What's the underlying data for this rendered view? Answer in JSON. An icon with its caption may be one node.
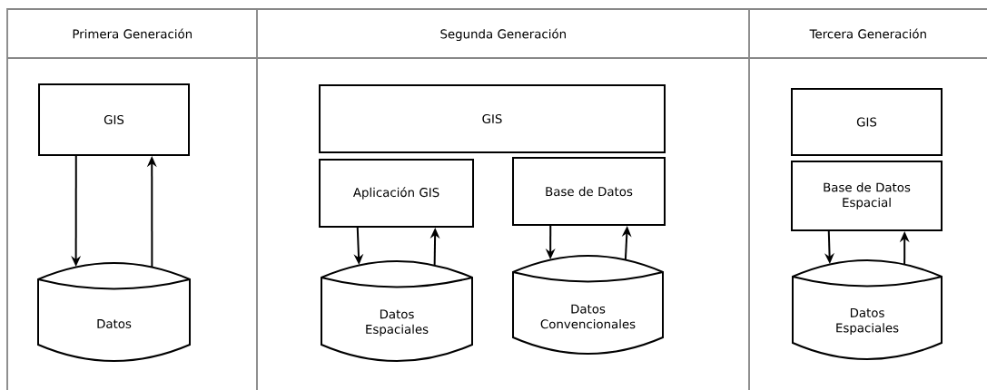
{
  "diagram": {
    "nodes": [
      {
        "text": [
          "Primera Generación"
        ]
      },
      {
        "text": [
          "GIS"
        ],
        "in": 0
      },
      {
        "text": [
          "Datos"
        ],
        "in": 0
      },
      {
        "text": [
          "Segunda Generación"
        ]
      },
      {
        "text": [
          "GIS"
        ],
        "in": 3
      },
      {
        "text": [
          "Aplicación GIS"
        ],
        "in": 3
      },
      {
        "text": [
          "Base de Datos"
        ],
        "in": 3
      },
      {
        "text": [
          "Datos Espaciales"
        ],
        "in": 3
      },
      {
        "text": [
          "Datos Convencionales"
        ],
        "in": 3
      },
      {
        "text": [
          "Tercera Generación"
        ]
      },
      {
        "text": [
          "GIS"
        ],
        "in": 9
      },
      {
        "text": [
          "Base de Datos Espacial"
        ],
        "in": 9
      },
      {
        "text": [
          "Datos Espaciales"
        ],
        "in": 9
      }
    ],
    "edges": [
      {
        "from": 1,
        "to": 2,
        "arrow": "to"
      },
      {
        "from": 2,
        "to": 1,
        "arrow": "to"
      },
      {
        "from": 5,
        "to": 7,
        "arrow": "to"
      },
      {
        "from": 7,
        "to": 5,
        "arrow": "to"
      },
      {
        "from": 6,
        "to": 8,
        "arrow": "to"
      },
      {
        "from": 8,
        "to": 6,
        "arrow": "to"
      },
      {
        "from": 11,
        "to": 12,
        "arrow": "to"
      },
      {
        "from": 12,
        "to": 11,
        "arrow": "to"
      }
    ]
  }
}
